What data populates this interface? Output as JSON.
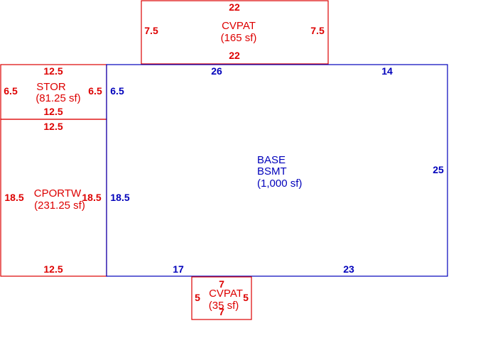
{
  "colors": {
    "red": "#dd0000",
    "blue": "#0000bb"
  },
  "areas": {
    "cvpat_top": {
      "name": "CVPAT",
      "area": "(165 sf)",
      "dims": {
        "top": "22",
        "bottom": "22",
        "left": "7.5",
        "right": "7.5"
      }
    },
    "stor": {
      "name": "STOR",
      "area": "(81.25 sf)",
      "dims": {
        "top": "12.5",
        "bottom": "12.5",
        "left": "6.5",
        "right": "6.5"
      }
    },
    "cportw": {
      "name": "CPORTW",
      "area": "(231.25 sf)",
      "dims": {
        "top": "12.5",
        "bottom": "12.5",
        "left": "18.5",
        "right": "18.5"
      }
    },
    "base": {
      "name1": "BASE",
      "name2": "BSMT",
      "area": "(1,000 sf)",
      "dims": {
        "top_left": "26",
        "top_right": "14",
        "right": "25",
        "bottom_left": "17",
        "bottom_right": "23",
        "left_upper": "6.5",
        "left_lower": "18.5"
      }
    },
    "cvpat_bottom": {
      "name": "CVPAT",
      "area": "(35 sf)",
      "dims": {
        "top": "7",
        "bottom": "7",
        "left": "5",
        "right": "5"
      }
    }
  }
}
